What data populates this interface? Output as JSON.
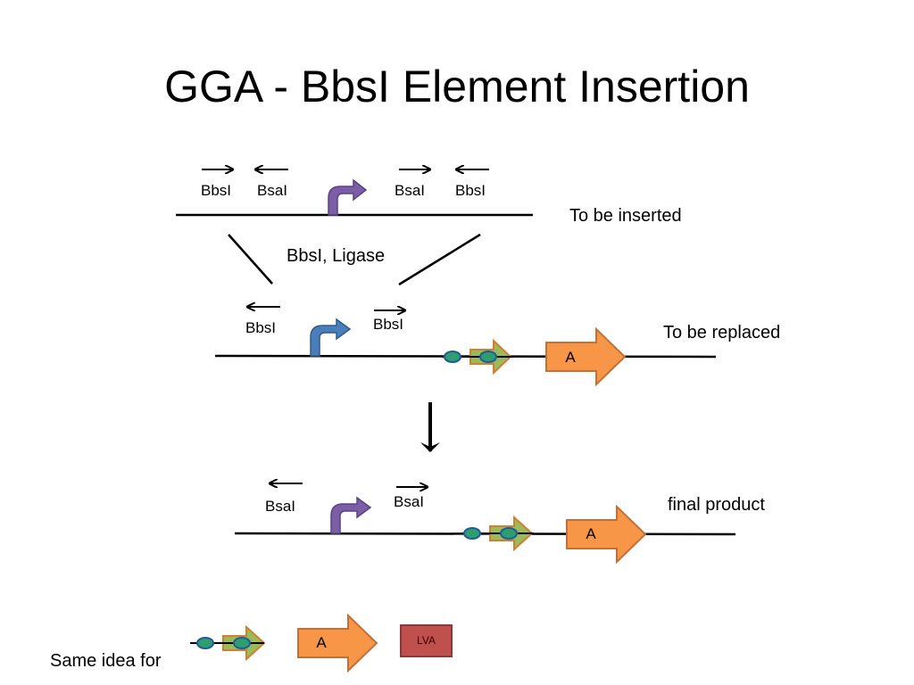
{
  "title": "GGA - BbsI Element Insertion",
  "colors": {
    "promoter_purple": "#7B5EA7",
    "promoter_blue": "#4A7EBB",
    "orange": "#F79646",
    "orange_border": "#C0713A",
    "green_arrow": "#9BBB59",
    "green_border": "#D08030",
    "oval_fill": "#2E9E6E",
    "oval_border": "#1F5C9E",
    "lva_fill": "#C0504D",
    "lva_border": "#8C3836"
  },
  "top_construct": {
    "labels": [
      "BbsI",
      "BsaI",
      "BsaI",
      "BbsI"
    ],
    "side_label": "To be inserted"
  },
  "reaction_label": "BbsI, Ligase",
  "middle_construct": {
    "labels": [
      "BbsI",
      "BbsI"
    ],
    "gene_label": "A",
    "side_label": "To be replaced"
  },
  "bottom_construct": {
    "labels": [
      "BsaI",
      "BsaI"
    ],
    "gene_label": "A",
    "side_label": "final product"
  },
  "footer": {
    "text": "Same idea for",
    "gene_label": "A",
    "lva_label": "LVA"
  }
}
